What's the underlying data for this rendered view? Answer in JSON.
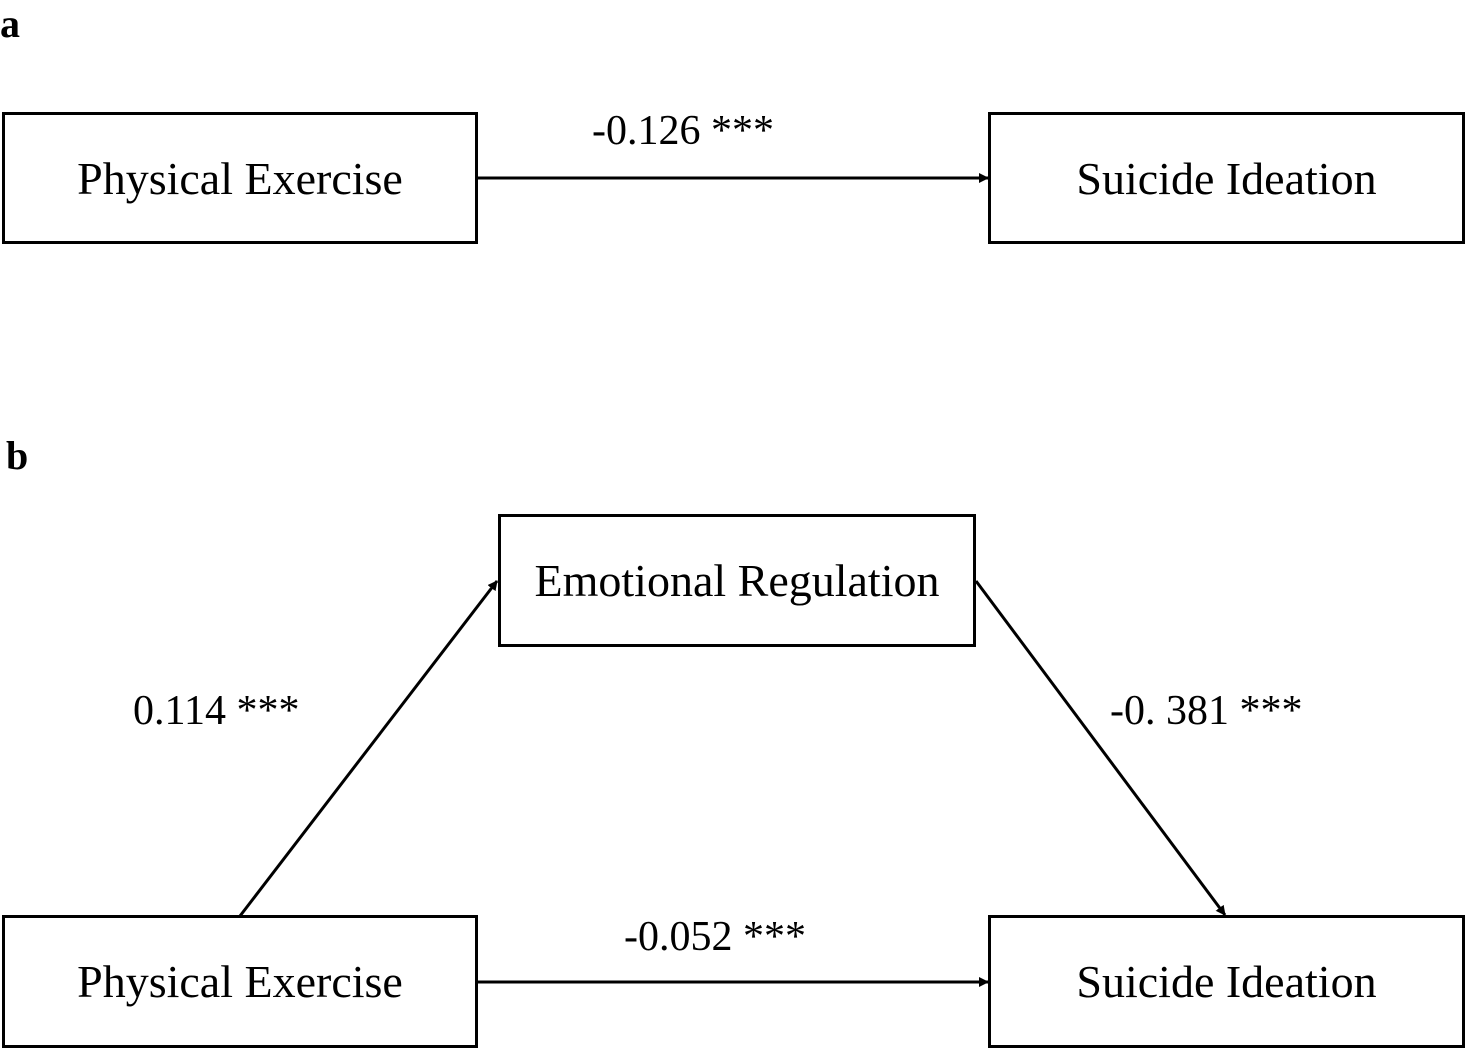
{
  "panel_a": {
    "label": "a",
    "nodes": {
      "predictor": "Physical Exercise",
      "outcome": "Suicide Ideation"
    },
    "paths": {
      "total_effect": "-0.126 ***"
    }
  },
  "panel_b": {
    "label": "b",
    "nodes": {
      "mediator": "Emotional Regulation",
      "predictor": "Physical Exercise",
      "outcome": "Suicide Ideation"
    },
    "paths": {
      "a_path": "0.114 ***",
      "b_path": "-0. 381 ***",
      "direct_effect": "-0.052 ***"
    }
  }
}
